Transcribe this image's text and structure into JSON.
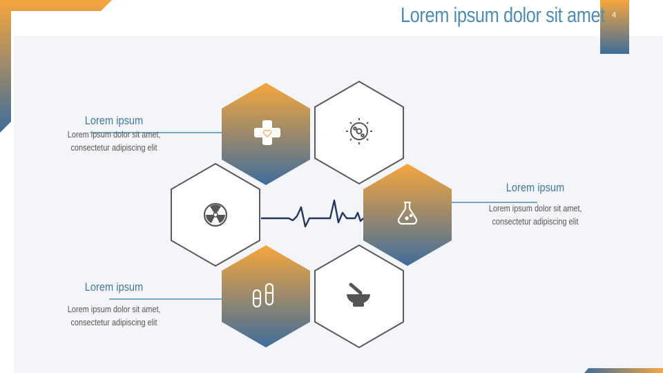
{
  "slide": {
    "title": "Lorem ipsum dolor sit amet",
    "page_number": "4"
  },
  "colors": {
    "accent_orange": "#f6a63c",
    "accent_blue": "#3f6d9b",
    "title_blue": "#4e8db2",
    "outline_gray": "#595959",
    "pulse_navy": "#24375a"
  },
  "text_blocks": [
    {
      "heading": "Lorem ipsum",
      "line1": "Lorem ipsum dolor sit amet,",
      "line2": "consectetur adipiscing elit"
    },
    {
      "heading": "Lorem ipsum",
      "line1": "Lorem ipsum dolor sit amet,",
      "line2": "consectetur adipiscing elit"
    },
    {
      "heading": "Lorem ipsum",
      "line1": "Lorem ipsum dolor sit amet,",
      "line2": "consectetur adipiscing elit"
    }
  ],
  "hexagons": [
    {
      "style": "gradient",
      "icon": "medical-cross-heart-icon"
    },
    {
      "style": "outline",
      "icon": "virus-icon"
    },
    {
      "style": "outline",
      "icon": "radiation-icon"
    },
    {
      "style": "gradient",
      "icon": "flask-icon"
    },
    {
      "style": "gradient",
      "icon": "pills-icon"
    },
    {
      "style": "outline",
      "icon": "mortar-pestle-icon"
    }
  ]
}
